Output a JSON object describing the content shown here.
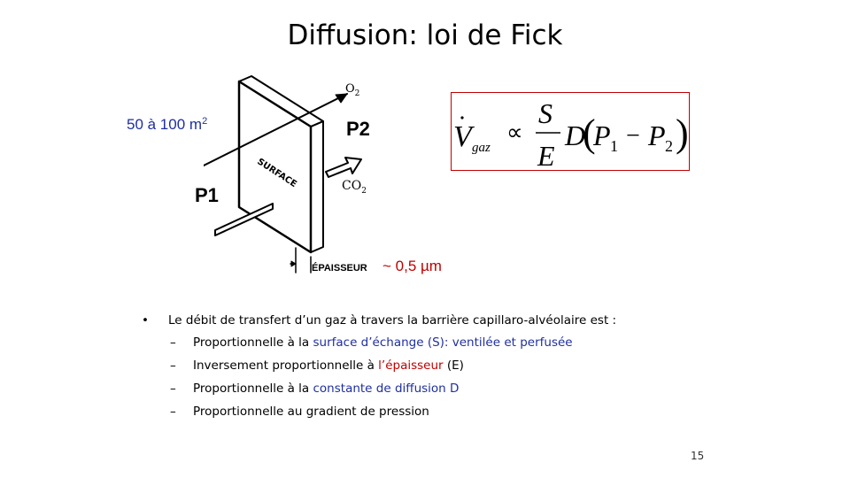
{
  "slide": {
    "title": "Diffusion: loi de Fick",
    "number": "15"
  },
  "diagram": {
    "area_value": "50 à 100 m",
    "area_unit_exponent": "2",
    "p1_label": "P1",
    "p2_label": "P2",
    "o2_label": "O",
    "o2_subscript": "2",
    "co2_label": "CO",
    "co2_subscript": "2",
    "surface_label": "SURFACE",
    "epaisseur_label": "ÉPAISSEUR",
    "thickness_value": "~ 0,5 µm"
  },
  "formula": {
    "v": "V",
    "v_subscript": "gaz",
    "proportional": "∝",
    "numerator": "S",
    "denominator": "E",
    "d": "D",
    "open_paren": "(",
    "p1": "P",
    "p1_subscript": "1",
    "minus": "−",
    "p2": "P",
    "p2_subscript": "2",
    "close_paren": ")",
    "border_color": "#c00000"
  },
  "bullets": {
    "main_dot": "•",
    "main": "Le débit de transfert d’un gaz à travers la barrière capillaro-alvéolaire est :",
    "dash": "–",
    "sub1_a": "Proportionnelle à la ",
    "sub1_b": "surface d’échange (S): ventilée et perfusée",
    "sub2_a": "Inversement proportionnelle à ",
    "sub2_b": "l’épaisseur",
    "sub2_c": " (E)",
    "sub3_a": "Proportionnelle à la ",
    "sub3_b": "constante de diffusion D",
    "sub4": "Proportionnelle au gradient de pression"
  },
  "colors": {
    "blue": "#1f2fa0",
    "red": "#c00000"
  }
}
